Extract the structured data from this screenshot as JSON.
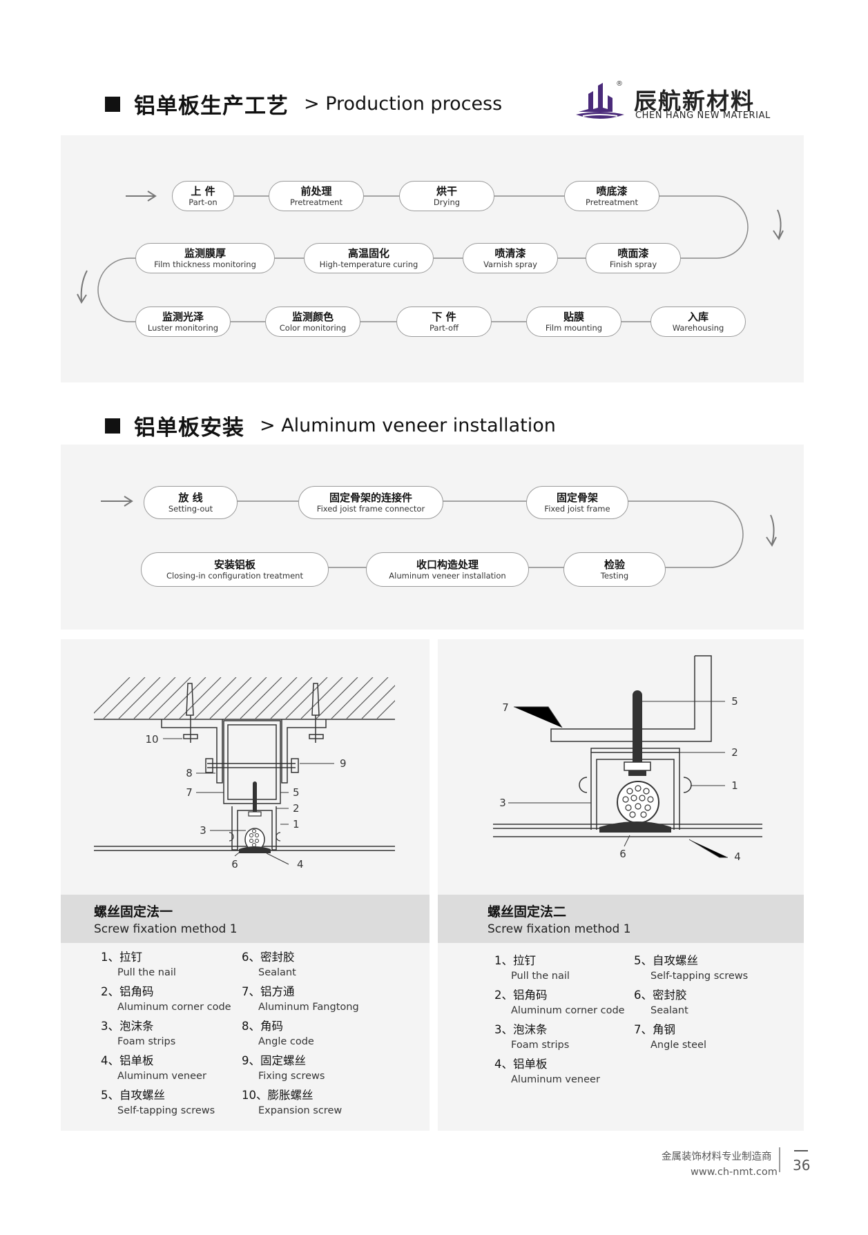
{
  "header": {
    "brand_cn": "辰航新材料",
    "brand_en": "CHEN HANG NEW MATERIAL",
    "brand_mark": "®"
  },
  "production": {
    "title_cn": "铝单板生产工艺",
    "title_en": "> Production process",
    "steps": [
      {
        "zh": "上 件",
        "en": "Part-on"
      },
      {
        "zh": "前处理",
        "en": "Pretreatment"
      },
      {
        "zh": "烘干",
        "en": "Drying"
      },
      {
        "zh": "喷底漆",
        "en": "Pretreatment"
      },
      {
        "zh": "喷面漆",
        "en": "Finish spray"
      },
      {
        "zh": "喷清漆",
        "en": "Varnish spray"
      },
      {
        "zh": "高温固化",
        "en": "High-temperature curing"
      },
      {
        "zh": "监测膜厚",
        "en": "Film thickness monitoring"
      },
      {
        "zh": "监测光泽",
        "en": "Luster monitoring"
      },
      {
        "zh": "监测颜色",
        "en": "Color monitoring"
      },
      {
        "zh": "下 件",
        "en": "Part-off"
      },
      {
        "zh": "贴膜",
        "en": "Film mounting"
      },
      {
        "zh": "入库",
        "en": "Warehousing"
      }
    ]
  },
  "installation": {
    "title_cn": "铝单板安装",
    "title_en": "> Aluminum veneer installation",
    "steps": [
      {
        "zh": "放 线",
        "en": "Setting-out"
      },
      {
        "zh": "固定骨架的连接件",
        "en": "Fixed joist frame connector"
      },
      {
        "zh": "固定骨架",
        "en": "Fixed joist frame"
      },
      {
        "zh": "检验",
        "en": "Testing"
      },
      {
        "zh": "收口构造处理",
        "en": "Aluminum veneer installation"
      },
      {
        "zh": "安装铝板",
        "en": "Closing-in configuration treatment"
      }
    ]
  },
  "method1": {
    "title_cn": "螺丝固定法一",
    "title_en": "Screw fixation method 1",
    "labels": [
      "10",
      "9",
      "8",
      "7",
      "5",
      "2",
      "1",
      "3",
      "6",
      "4"
    ],
    "legend": [
      {
        "zh": "1、拉钉",
        "en": "Pull the nail"
      },
      {
        "zh": "2、铝角码",
        "en": "Aluminum corner code"
      },
      {
        "zh": "3、泡沫条",
        "en": "Foam strips"
      },
      {
        "zh": "4、铝单板",
        "en": "Aluminum veneer"
      },
      {
        "zh": "5、自攻螺丝",
        "en": "Self-tapping screws"
      },
      {
        "zh": "6、密封胶",
        "en": "Sealant"
      },
      {
        "zh": "7、铝方通",
        "en": "Aluminum Fangtong"
      },
      {
        "zh": "8、角码",
        "en": "Angle code"
      },
      {
        "zh": "9、固定螺丝",
        "en": "Fixing screws"
      },
      {
        "zh": "10、膨胀螺丝",
        "en": "Expansion screw"
      }
    ]
  },
  "method2": {
    "title_cn": "螺丝固定法二",
    "title_en": "Screw fixation method 1",
    "labels": [
      "7",
      "5",
      "2",
      "1",
      "3",
      "6",
      "4"
    ],
    "legend": [
      {
        "zh": "1、拉钉",
        "en": "Pull the nail"
      },
      {
        "zh": "2、铝角码",
        "en": "Aluminum corner code"
      },
      {
        "zh": "3、泡沫条",
        "en": "Foam strips"
      },
      {
        "zh": "4、铝单板",
        "en": "Aluminum veneer"
      },
      {
        "zh": "5、自攻螺丝",
        "en": "Self-tapping screws"
      },
      {
        "zh": "6、密封胶",
        "en": "Sealant"
      },
      {
        "zh": "7、角钢",
        "en": "Angle steel"
      }
    ]
  },
  "footer": {
    "slogan": "金属装饰材料专业制造商",
    "url": "www.ch-nmt.com",
    "page": "36"
  },
  "colors": {
    "panel": "#f4f4f4",
    "caption": "#dcdcdc",
    "logo_purple": "#4a2a7a"
  }
}
